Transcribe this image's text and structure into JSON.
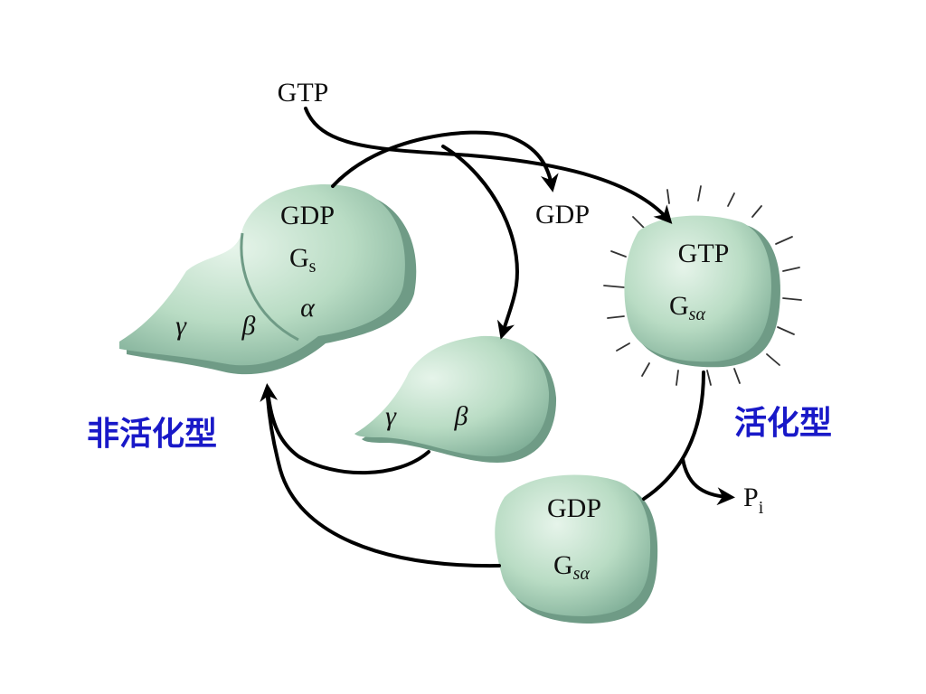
{
  "labels": {
    "gtp_top": "GTP",
    "gdp_released": "GDP",
    "pi": "P",
    "pi_sub": "i",
    "inactive": "非活化型",
    "active": "活化型"
  },
  "trimer": {
    "nucleotide": "GDP",
    "g": "G",
    "g_sub": "s",
    "alpha": "α",
    "beta": "β",
    "gamma": "γ"
  },
  "dimer": {
    "beta": "β",
    "gamma": "γ"
  },
  "active_alpha": {
    "nucleotide": "GTP",
    "g": "G",
    "g_sub": "sα"
  },
  "gdp_alpha": {
    "nucleotide": "GDP",
    "g": "G",
    "g_sub": "sα"
  },
  "colors": {
    "blob_fill": "#b9dcc4",
    "blob_shadow": "#6f9b86",
    "inactive_label": "#1919c8",
    "active_label": "#1919c8"
  }
}
